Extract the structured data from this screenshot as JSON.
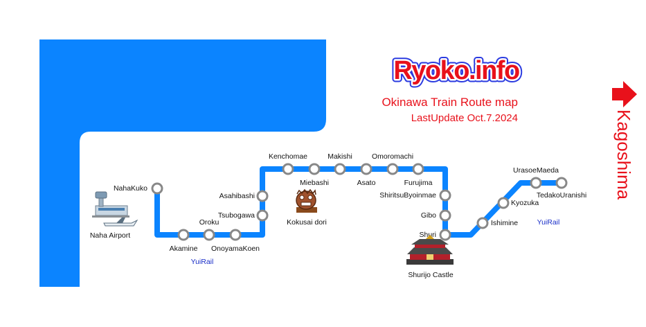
{
  "site_logo": "Ryoko.info",
  "title": "Okinawa Train Route map",
  "last_update": "LastUpdate Oct.7.2024",
  "destination": "Kagoshima",
  "rail_labels": [
    "YuiRail",
    "YuiRail"
  ],
  "colors": {
    "sea": "#0b84ff",
    "rail": "#0b84ff",
    "station_fill": "#ffffff",
    "station_stroke": "#888888",
    "accent_red": "#e8111b",
    "rail_label": "#1a2fc8"
  },
  "stations": [
    "NahaKuko",
    "Akamine",
    "Oroku",
    "OnoyamaKoen",
    "Tsubogawa",
    "Asahibashi",
    "Kenchomae",
    "Miebashi",
    "Makishi",
    "Asato",
    "Omoromachi",
    "Furujima",
    "ShiritsuByoinmae",
    "Gibo",
    "Shuri",
    "Ishimine",
    "Kyozuka",
    "UrasoeMaeda",
    "TedakoUranishi"
  ],
  "landmarks": [
    {
      "name": "Naha Airport",
      "icon": "airport-icon"
    },
    {
      "name": "Kokusai dori",
      "icon": "shisa-icon"
    },
    {
      "name": "Shurijo Castle",
      "icon": "castle-icon"
    }
  ]
}
